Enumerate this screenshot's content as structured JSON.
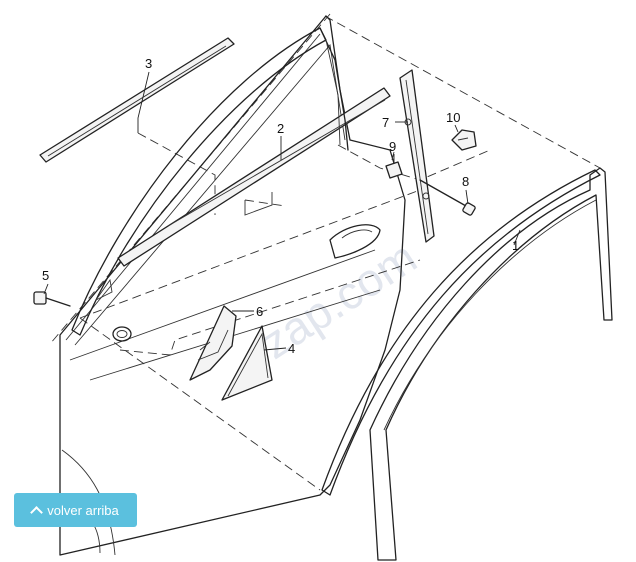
{
  "watermark": "zap.com",
  "callouts": {
    "c1": "1",
    "c2": "2",
    "c3": "3",
    "c4": "4",
    "c5": "5",
    "c6": "6",
    "c7": "7",
    "c8": "8",
    "c9": "9",
    "c10": "10"
  },
  "back_to_top": {
    "label": "volver arriba",
    "icon": "chevron-up-icon"
  },
  "colors": {
    "button": "#5bc0de",
    "line": "#222222"
  }
}
